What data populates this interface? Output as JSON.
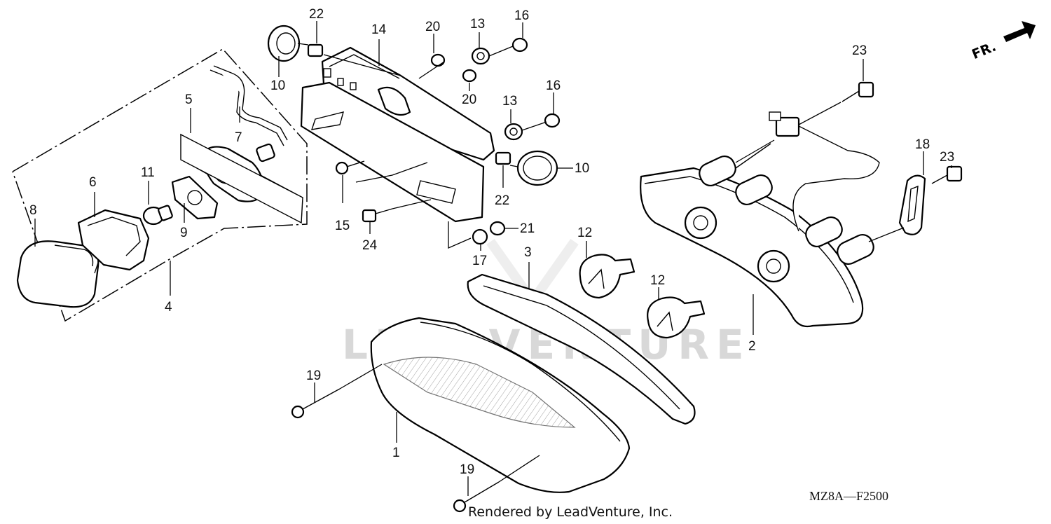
{
  "watermark": "LEADVENTURE",
  "diagram_code": "MZ8A—F2500",
  "credit": "Rendered by LeadVenture, Inc.",
  "front_marker": "FR.",
  "callouts": {
    "c1": "1",
    "c2": "2",
    "c3": "3",
    "c4": "4",
    "c5": "5",
    "c6": "6",
    "c7": "7",
    "c8": "8",
    "c9": "9",
    "c10a": "10",
    "c10b": "10",
    "c11": "11",
    "c12a": "12",
    "c12b": "12",
    "c13a": "13",
    "c13b": "13",
    "c14": "14",
    "c15": "15",
    "c16a": "16",
    "c16b": "16",
    "c17": "17",
    "c18": "18",
    "c19a": "19",
    "c19b": "19",
    "c20a": "20",
    "c20b": "20",
    "c21": "21",
    "c22a": "22",
    "c22b": "22",
    "c23a": "23",
    "c23b": "23",
    "c24": "24"
  }
}
